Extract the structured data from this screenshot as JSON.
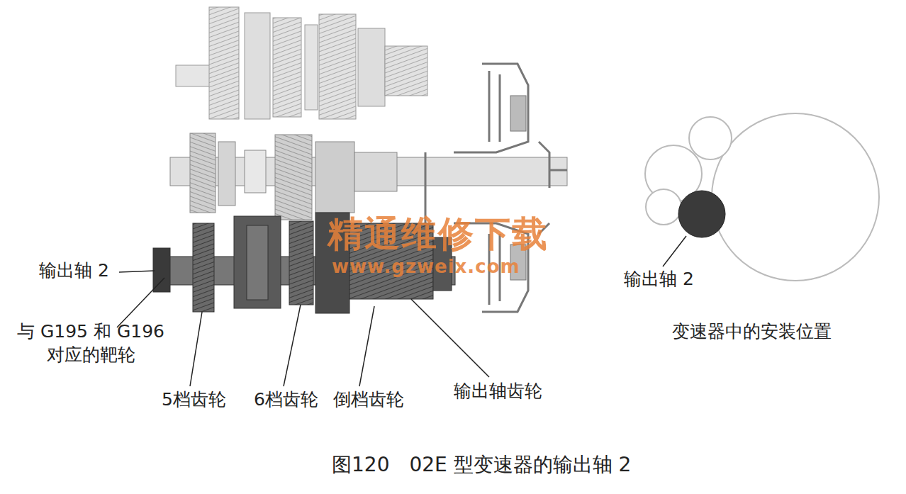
{
  "diagram": {
    "caption": "图120　02E 型变速器的输出轴 2",
    "labels": [
      "精通维修下载",
      "www.gzweix.com",
      "输出轴 2",
      "与 G195 和 G196 对应的靶轮",
      "5档齿轮",
      "6档齿轮",
      "倒档齿轮",
      "输出轴齿轮",
      "输出轴 2",
      "变速器中的安装位置"
    ]
  }
}
